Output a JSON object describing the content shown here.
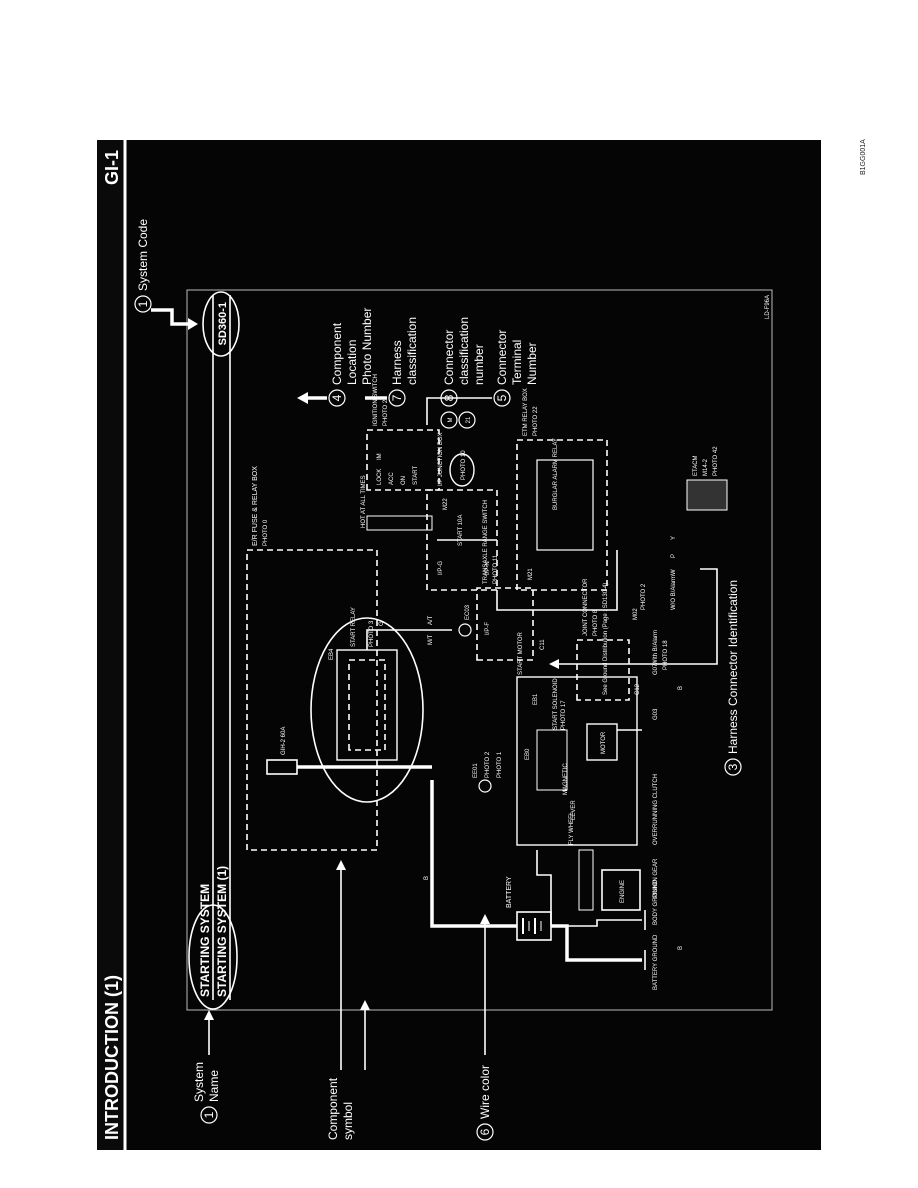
{
  "page": {
    "header_title": "INTRODUCTION (1)",
    "header_code": "GI-1",
    "corner_code": "B1GG001A",
    "diagram_code": "LD-F96A"
  },
  "title_block": {
    "system_name": "STARTING SYSTEM",
    "system_subtitle": "STARTING SYSTEM (1)",
    "system_code": "SD360-1"
  },
  "callouts": {
    "c1_num": "1",
    "c1_label_a": "System",
    "c1_label_b": "Name",
    "c1b_label": "System Code",
    "c2_label_a": "Component",
    "c2_label_b": "symbol",
    "c3_num": "3",
    "c3_label": "Harness Connector Identification",
    "c4_num": "4",
    "c4_label_a": "Component",
    "c4_label_b": "Location",
    "c4_label_c": "Photo Number",
    "c5_num": "5",
    "c5_label_a": "Connector",
    "c5_label_b": "Terminal",
    "c5_label_c": "Number",
    "c6_num": "6",
    "c6_label": "Wire color",
    "c7_num": "7",
    "c7_label_a": "Harness",
    "c7_label_b": "classification",
    "c8_num": "8",
    "c8_label_a": "Connector",
    "c8_label_b": "classification",
    "c8_label_c": "number"
  },
  "components": {
    "battery": "BATTERY",
    "battery_ground": "BATTERY GROUND",
    "body_ground": "BODY GROUND",
    "engine": "ENGINE",
    "fly_wheel": "FLY WHEEL",
    "pinion_gear": "PINION GEAR",
    "overrunning_clutch": "OVERRUNNING CLUTCH",
    "lever": "LEVER",
    "magnetic": "MAGNETIC",
    "motor": "MOTOR",
    "start_motor": "START MOTOR",
    "start_solenoid": "START SOLENOID",
    "start_relay": "START RELAY",
    "er_fuse_box": "E/R FUSE & RELAY BOX",
    "fusible_link": "GIH-2 60A",
    "hot_at_all_times": "HOT AT ALL TIMES",
    "ignition_switch": "IGNITION SWITCH",
    "ign_lock": "LOCK",
    "ign_acc": "ACC",
    "ign_on": "ON",
    "ign_start": "START",
    "ign_im": "IM",
    "ip_junction": "I/P JUNCTION BOX",
    "start_fuse": "START 10A",
    "transaxle_switch": "TRANSAXLE RANGE SWITCH",
    "etm_relay_box": "ETM RELAY BOX",
    "burglar_relay": "BURGLAR ALARM RELAY",
    "joint_connector": "JOINT CONNECTOR",
    "see_ground": "See Ground Distribution (Page : SD130-4)",
    "etacm": "ETACM"
  },
  "labels": {
    "photo_0": "PHOTO 0",
    "photo_1": "PHOTO 1",
    "photo_2": "PHOTO 2",
    "photo_3": "PHOTO 3",
    "photo_8": "PHOTO 8",
    "photo_10": "PHOTO 10",
    "photo_11": "PHOTO 11",
    "photo_17": "PHOTO 17",
    "photo_18": "PHOTO 18",
    "photo_22": "PHOTO 22",
    "photo_23": "PHOTO 23",
    "photo_42": "PHOTO 42",
    "eeo1": "EE01",
    "eb0": "EB0",
    "eb1": "EB1",
    "eb4": "EB4",
    "ec03": "EC03",
    "c11": "C11",
    "c12": "C12",
    "m21": "M21",
    "m22": "M22",
    "m02": "M02",
    "ipn": "I/P-N",
    "ipg": "I/P-G",
    "ipf": "I/P-F",
    "m14": "M14-2",
    "g03": "G03",
    "g07": "G07",
    "at": "A/T",
    "mt": "M/T",
    "with_alarm": "With B/Alarm",
    "wo_alarm": "W/O B/Alarm",
    "wire_b": "B",
    "wire_w": "W",
    "wire_g": "G",
    "wire_p": "P",
    "wire_y": "Y",
    "conn_m": "M",
    "conn_21": "21"
  }
}
